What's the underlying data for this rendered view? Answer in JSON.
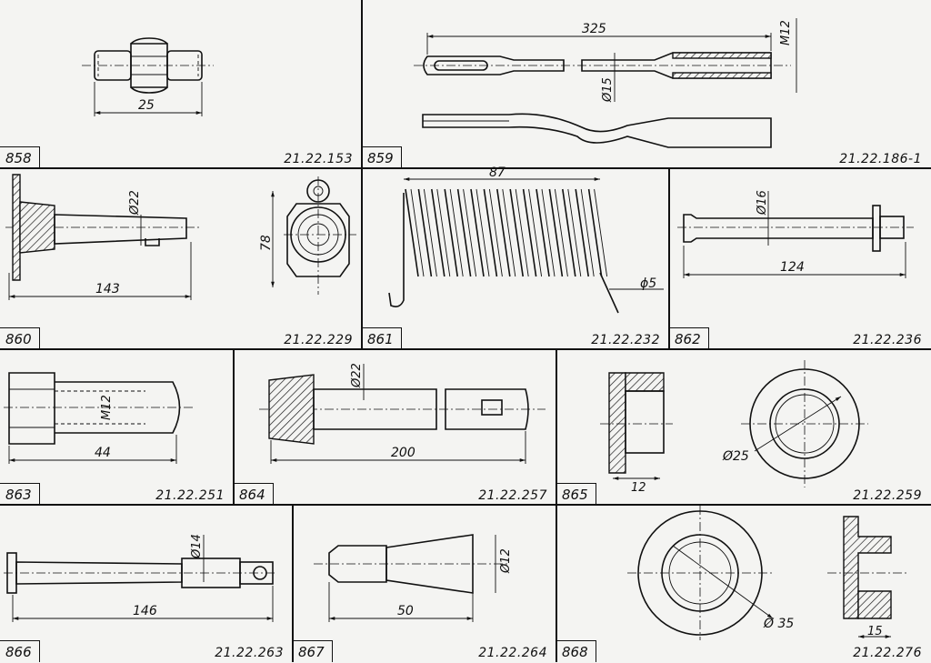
{
  "parts": [
    {
      "id": "p858",
      "number": "858",
      "code": "21.22.153",
      "dims": [
        "25"
      ]
    },
    {
      "id": "p859",
      "number": "859",
      "code": "21.22.186-1",
      "dims": [
        "325",
        "M12",
        "Ø15"
      ]
    },
    {
      "id": "p860",
      "number": "860",
      "code": "21.22.229",
      "dims": [
        "Ø22",
        "143",
        "78"
      ]
    },
    {
      "id": "p861",
      "number": "861",
      "code": "21.22.232",
      "dims": [
        "87",
        "ϕ5"
      ]
    },
    {
      "id": "p862",
      "number": "862",
      "code": "21.22.236",
      "dims": [
        "Ø16",
        "124"
      ]
    },
    {
      "id": "p863",
      "number": "863",
      "code": "21.22.251",
      "dims": [
        "M12",
        "44"
      ]
    },
    {
      "id": "p864",
      "number": "864",
      "code": "21.22.257",
      "dims": [
        "Ø22",
        "200"
      ]
    },
    {
      "id": "p865",
      "number": "865",
      "code": "21.22.259",
      "dims": [
        "12",
        "Ø25"
      ]
    },
    {
      "id": "p866",
      "number": "866",
      "code": "21.22.263",
      "dims": [
        "Ø14",
        "146"
      ]
    },
    {
      "id": "p867",
      "number": "867",
      "code": "21.22.264",
      "dims": [
        "Ø12",
        "50"
      ]
    },
    {
      "id": "p868",
      "number": "868",
      "code": "21.22.276",
      "dims": [
        "Ø 35",
        "15"
      ]
    }
  ]
}
